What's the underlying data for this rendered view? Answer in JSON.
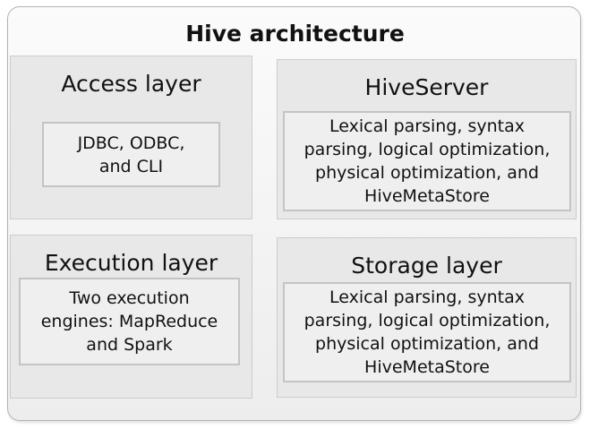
{
  "title": "Hive architecture",
  "panels": [
    {
      "title": "Access layer",
      "description": "JDBC, ODBC,\nand CLI"
    },
    {
      "title": "HiveServer",
      "description": "Lexical parsing, syntax\nparsing, logical optimization,\nphysical optimization, and\nHiveMetaStore"
    },
    {
      "title": "Execution layer",
      "description": "Two execution\nengines: MapReduce\nand Spark"
    },
    {
      "title": "Storage layer",
      "description": "Lexical parsing, syntax\nparsing, logical optimization,\nphysical optimization, and\nHiveMetaStore"
    }
  ]
}
